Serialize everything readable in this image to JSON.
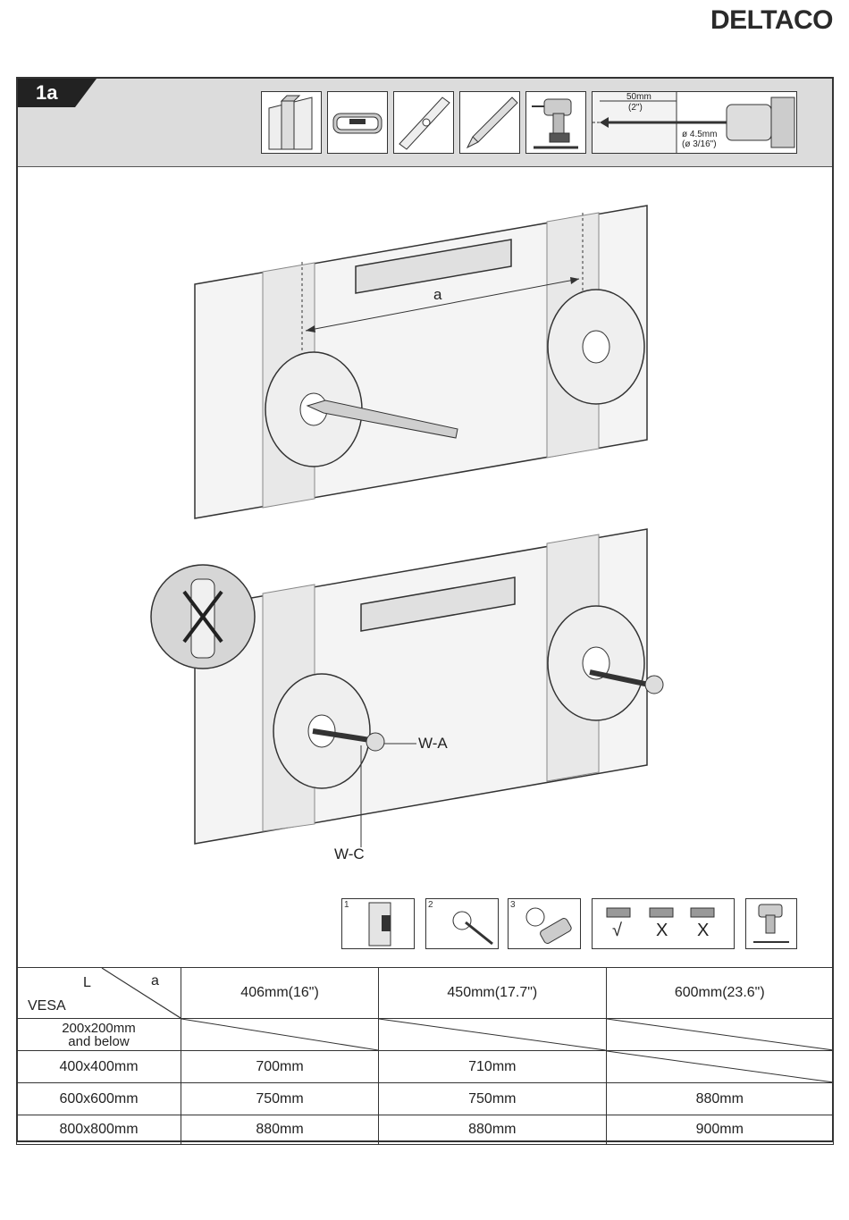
{
  "brand": "DELTACO",
  "step": "1a",
  "drill_info": {
    "depth": "50mm",
    "depth_in": "(2\")",
    "diameter": "ø 4.5mm",
    "diameter_in": "(ø 3/16\")"
  },
  "tools": [
    "stud-icon",
    "stud-finder-icon",
    "level-icon",
    "pencil-icon",
    "drill-icon",
    "drill-depth-icon"
  ],
  "figure_labels": {
    "distance": "a",
    "screw": "W-A",
    "washer": "W-C"
  },
  "mini_steps": [
    "1",
    "2",
    "3"
  ],
  "level_check": [
    "√",
    "X",
    "X"
  ],
  "table": {
    "corner_top": "L",
    "corner_right": "a",
    "corner_bottom": "VESA",
    "columns": [
      "406mm(16\")",
      "450mm(17.7\")",
      "600mm(23.6\")"
    ],
    "rows": [
      {
        "vesa_line1": "200x200mm",
        "vesa_line2": "and below",
        "values": [
          "",
          "",
          ""
        ]
      },
      {
        "vesa": "400x400mm",
        "values": [
          "700mm",
          "710mm",
          ""
        ]
      },
      {
        "vesa": "600x600mm",
        "values": [
          "750mm",
          "750mm",
          "880mm"
        ]
      },
      {
        "vesa": "800x800mm",
        "values": [
          "880mm",
          "880mm",
          "900mm"
        ]
      }
    ]
  }
}
